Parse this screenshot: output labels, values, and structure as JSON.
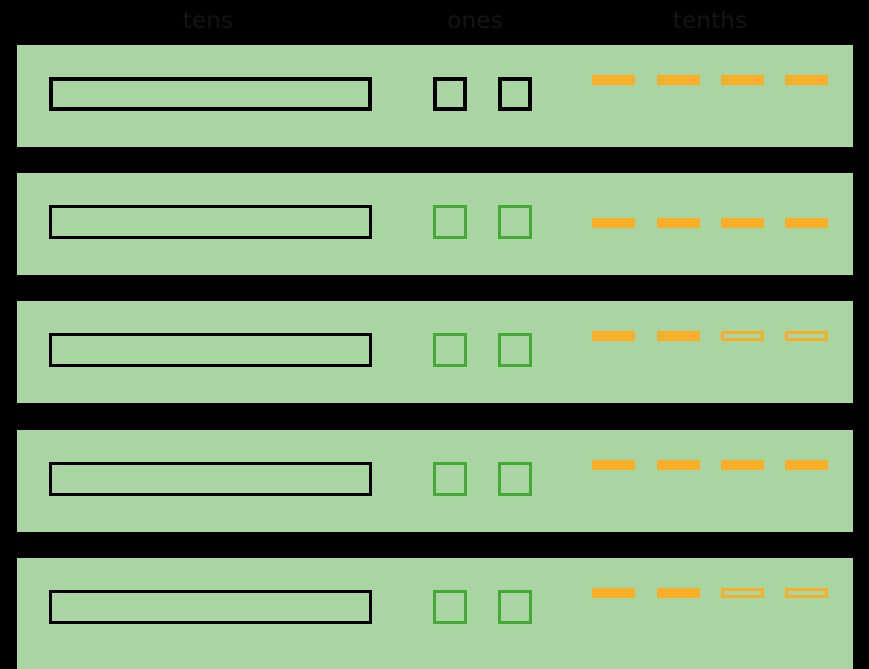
{
  "board": {
    "title": "place value board",
    "background_color": "#000000",
    "row_color": "#A8D5A2",
    "rod_outline_color": "#000000",
    "unit_outline_color": "#45AA35",
    "tenth_color": "#F9AE28",
    "label_color": "#141414"
  },
  "headers": [
    {
      "key": "tens",
      "label": "tens"
    },
    {
      "key": "ones",
      "label": "ones"
    },
    {
      "key": "tenths",
      "label": "tenths"
    }
  ],
  "rows": [
    {
      "index": 1,
      "tens_count": 1,
      "ones_count": 2,
      "tenths_count": 4,
      "tenths_filled": 4,
      "tenths_hollow": 0,
      "outline_style": "black"
    },
    {
      "index": 2,
      "tens_count": 1,
      "ones_count": 2,
      "tenths_count": 4,
      "tenths_filled": 4,
      "tenths_hollow": 0,
      "outline_style": "green"
    },
    {
      "index": 3,
      "tens_count": 1,
      "ones_count": 2,
      "tenths_count": 4,
      "tenths_filled": 2,
      "tenths_hollow": 2,
      "outline_style": "green"
    },
    {
      "index": 4,
      "tens_count": 1,
      "ones_count": 2,
      "tenths_count": 4,
      "tenths_filled": 4,
      "tenths_hollow": 0,
      "outline_style": "green"
    },
    {
      "index": 5,
      "tens_count": 1,
      "ones_count": 2,
      "tenths_count": 4,
      "tenths_filled": 2,
      "tenths_hollow": 2,
      "outline_style": "green"
    }
  ]
}
